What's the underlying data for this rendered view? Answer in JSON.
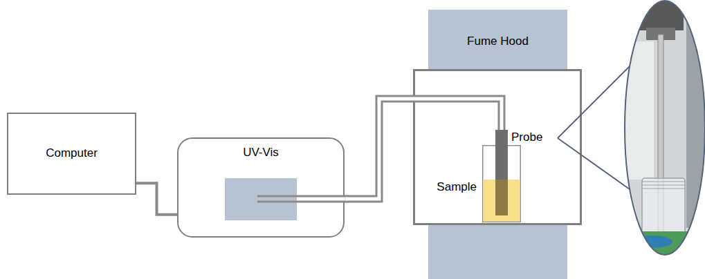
{
  "diagram": {
    "nodes": [
      {
        "text": [
          "Computer"
        ]
      },
      {
        "text": [
          "UV-Vis"
        ]
      },
      {
        "text": [
          "Fume Hood"
        ]
      },
      {
        "text": [
          "Probe"
        ],
        "in": 2
      },
      {
        "text": [
          "Sample"
        ],
        "in": 2
      }
    ],
    "edges": [
      {
        "from": 0,
        "to": 1,
        "arrow": "none"
      },
      {
        "from": 1,
        "to": 3,
        "arrow": "none"
      }
    ]
  }
}
